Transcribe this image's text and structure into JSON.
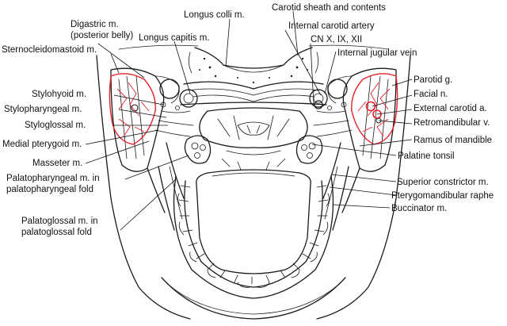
{
  "labels": {
    "longus_colli": "Longus colli m.",
    "carotid_sheath": "Carotid sheath and contents",
    "digastric_1": "Digastric m.",
    "digastric_2": "(posterior belly)",
    "internal_carotid": "Internal carotid artery",
    "longus_capitis": "Longus capitis m.",
    "cn": "CN X, IX, XII",
    "sternocleidomastoid": "Sternocleidomastoid m.",
    "internal_jugular": "Internal jugular vein",
    "parotid": "Parotid g.",
    "stylohyoid": "Stylohyoid m.",
    "facial_n": "Facial n.",
    "stylopharyngeal": "Stylopharyngeal m.",
    "external_carotid": "External carotid a.",
    "styloglossal": "Styloglossal m.",
    "retromandibular": "Retromandibular v.",
    "medial_pterygoid": "Medial pterygoid m.",
    "ramus": "Ramus of mandible",
    "masseter": "Masseter m.",
    "palatine_tonsil": "Palatine tonsil",
    "superior_constrictor": "Superior constrictor m.",
    "palatopharyngeal_1": "Palatopharyngeal m. in",
    "palatopharyngeal_2": "palatopharyngeal fold",
    "pterygomandibular": "Pterygomandibular raphe",
    "buccinator": "Buccinator m.",
    "palatoglossal_1": "Palatoglossal m. in",
    "palatoglossal_2": "palatoglossal fold"
  },
  "colors": {
    "parotid_highlight": "#e8202a",
    "ink": "#1a1a1a"
  }
}
